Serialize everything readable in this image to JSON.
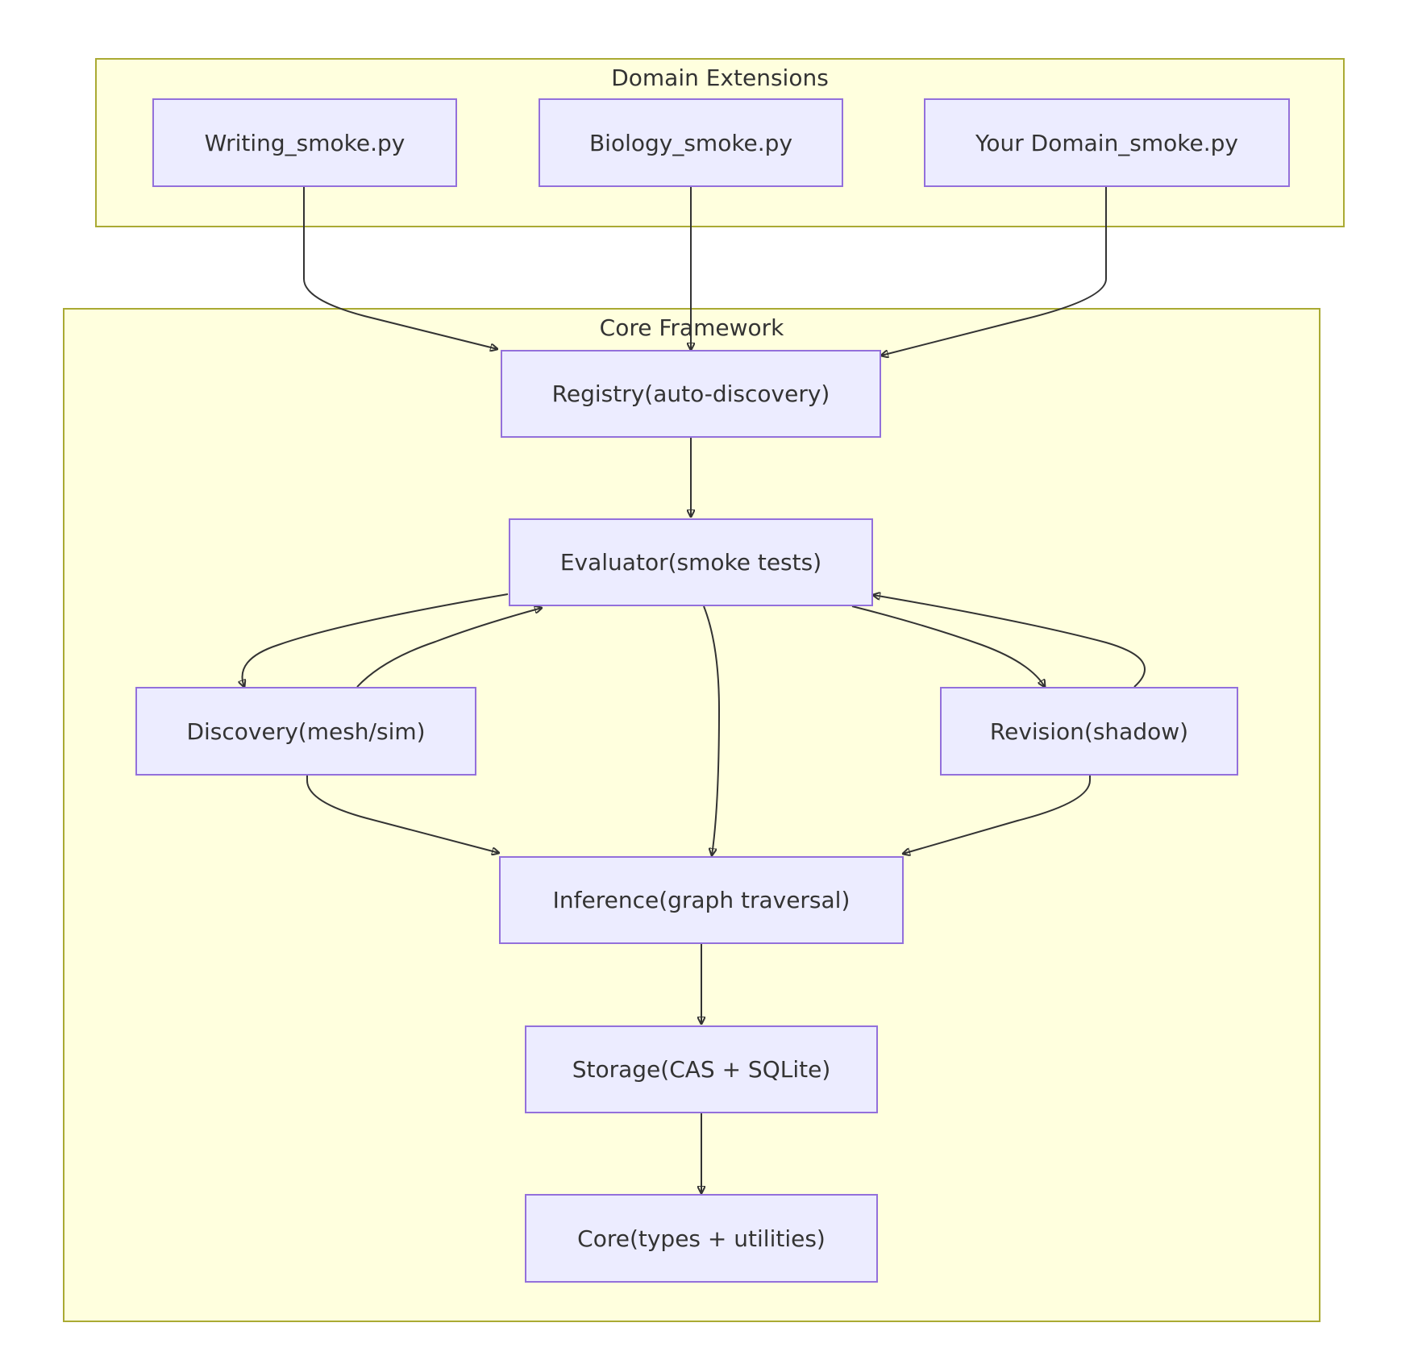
{
  "clusters": [
    {
      "id": "domain",
      "label": "Domain Extensions"
    },
    {
      "id": "core",
      "label": "Core Framework"
    }
  ],
  "nodes": [
    {
      "id": "writing",
      "label": "Writing_smoke.py"
    },
    {
      "id": "biology",
      "label": "Biology_smoke.py"
    },
    {
      "id": "yourdomain",
      "label": "Your Domain_smoke.py"
    },
    {
      "id": "registry",
      "label": "Registry(auto-discovery)"
    },
    {
      "id": "evaluator",
      "label": "Evaluator(smoke tests)"
    },
    {
      "id": "discovery",
      "label": "Discovery(mesh/sim)"
    },
    {
      "id": "revision",
      "label": "Revision(shadow)"
    },
    {
      "id": "inference",
      "label": "Inference(graph traversal)"
    },
    {
      "id": "storage",
      "label": "Storage(CAS + SQLite)"
    },
    {
      "id": "core",
      "label": "Core(types + utilities)"
    }
  ],
  "edges": [
    {
      "from": "writing",
      "to": "registry"
    },
    {
      "from": "biology",
      "to": "registry"
    },
    {
      "from": "yourdomain",
      "to": "registry"
    },
    {
      "from": "registry",
      "to": "evaluator"
    },
    {
      "from": "evaluator",
      "to": "discovery"
    },
    {
      "from": "discovery",
      "to": "evaluator"
    },
    {
      "from": "evaluator",
      "to": "inference"
    },
    {
      "from": "evaluator",
      "to": "revision"
    },
    {
      "from": "revision",
      "to": "evaluator"
    },
    {
      "from": "discovery",
      "to": "inference"
    },
    {
      "from": "revision",
      "to": "inference"
    },
    {
      "from": "inference",
      "to": "storage"
    },
    {
      "from": "storage",
      "to": "core"
    }
  ],
  "colors": {
    "cluster_fill": "#ffffde",
    "cluster_stroke": "#aaaa33",
    "node_fill": "#ececff",
    "node_stroke": "#9370db",
    "edge": "#333333",
    "text": "#333333"
  }
}
